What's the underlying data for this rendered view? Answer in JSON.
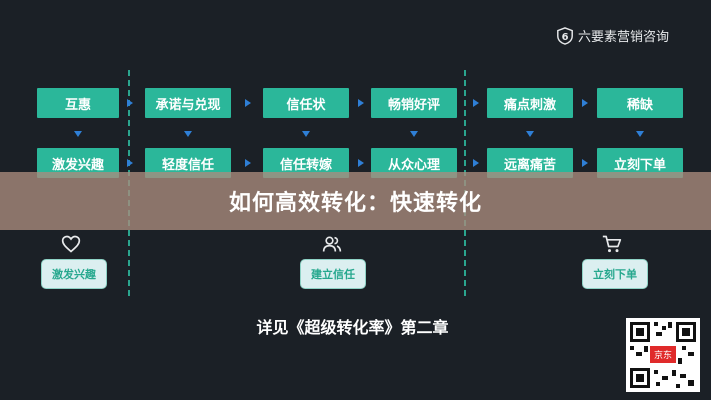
{
  "brand": {
    "name": "六要素营销咨询",
    "logo_icon": "six-shield-logo"
  },
  "flow": {
    "column1": {
      "top": "互惠",
      "bottom": "激发兴趣"
    },
    "column2": {
      "top": "承诺与兑现",
      "bottom": "轻度信任"
    },
    "column3": {
      "top": "信任状",
      "bottom": "信任转嫁"
    },
    "column4": {
      "top": "畅销好评",
      "bottom": "从众心理"
    },
    "column5": {
      "top": "痛点刺激",
      "bottom": "远离痛苦"
    },
    "column6": {
      "top": "稀缺",
      "bottom": "立刻下单"
    }
  },
  "banner": {
    "title": "如何高效转化：快速转化"
  },
  "stages": [
    {
      "icon": "heart-icon",
      "label": "激发兴趣"
    },
    {
      "icon": "people-icon",
      "label": "建立信任"
    },
    {
      "icon": "cart-icon",
      "label": "立刻下单"
    }
  ],
  "footer": {
    "text": "详见《超级转化率》第二章"
  },
  "qr": {
    "badge": "京东"
  },
  "colors": {
    "background": "#1b2026",
    "box": "#2bb79a",
    "arrow": "#2f7fd6",
    "divider": "#2aa58e",
    "pill_bg": "#dbeff0",
    "pill_text": "#26a88e",
    "banner": "#aa8c7d"
  }
}
